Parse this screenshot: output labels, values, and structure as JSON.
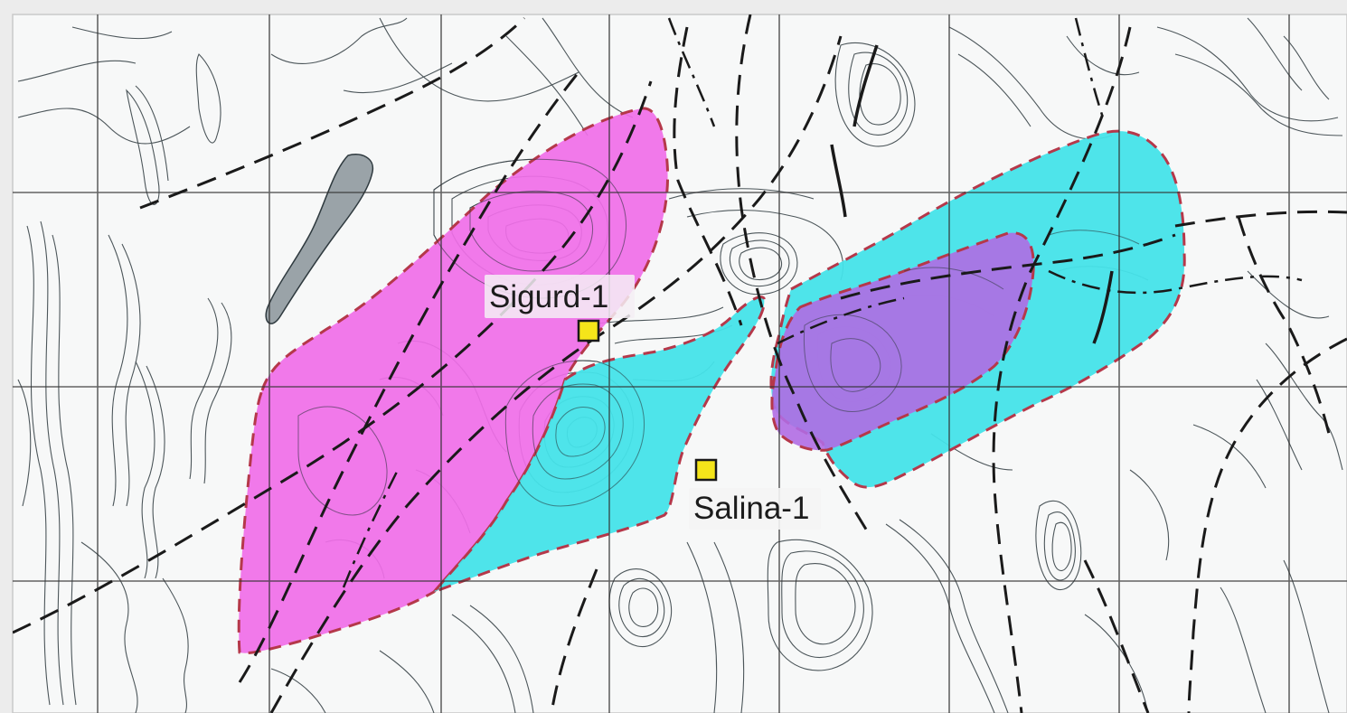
{
  "map": {
    "wells": [
      {
        "name": "Sigurd-1"
      },
      {
        "name": "Salina-1"
      }
    ],
    "colors": {
      "magenta_prospect": "#f06ee8",
      "cyan_prospect": "#45e3e9",
      "purple_overlap": "#b06be3",
      "prospect_outline": "#b5384a",
      "well_marker": "#f5e51a",
      "contour": "#2f3a3f",
      "fault": "#1a1a1a",
      "grid": "#333333",
      "lake": "#9aa3a8",
      "background": "#f7f8f8",
      "frame": "#ececec"
    },
    "features": {
      "contours": "contour-lines",
      "faults": "dashed-fault-lines",
      "grid": "coordinate-grid",
      "prospects": "shaded-prospect-polygons"
    }
  }
}
